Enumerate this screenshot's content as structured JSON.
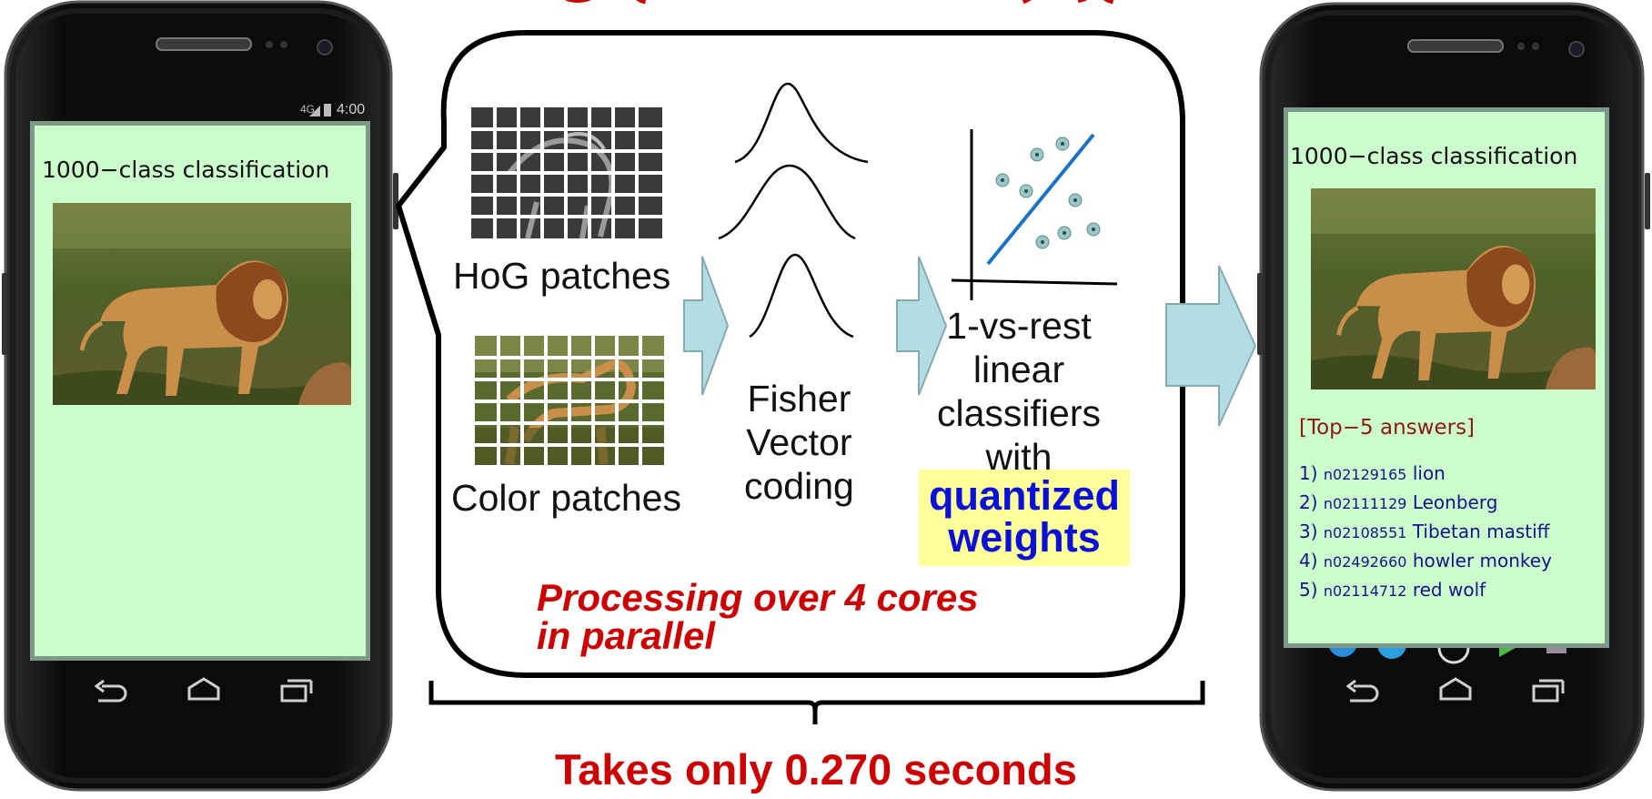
{
  "left_phone": {
    "status_time": "4:00",
    "screen_title": "1000−class classification",
    "image": "lion-photo"
  },
  "right_phone": {
    "screen_title": "1000−class classification",
    "image": "lion-photo",
    "answers_heading": "[Top−5 answers]",
    "answers": [
      {
        "rank": "1)",
        "id": "n02129165",
        "label": "lion"
      },
      {
        "rank": "2)",
        "id": "n02111129",
        "label": "Leonberg"
      },
      {
        "rank": "3)",
        "id": "n02108551",
        "label": "Tibetan mastiff"
      },
      {
        "rank": "4)",
        "id": "n02492660",
        "label": "howler monkey"
      },
      {
        "rank": "5)",
        "id": "n02114712",
        "label": "red wolf"
      }
    ]
  },
  "pipeline": {
    "hog_label": "HoG patches",
    "color_label": "Color patches",
    "fisher_label": [
      "Fisher",
      "Vector",
      "coding"
    ],
    "classifier_label": [
      "1-vs-rest",
      "linear",
      "classifiers",
      "with"
    ],
    "quantized_label": [
      "quantized",
      "weights"
    ],
    "parallel_label": [
      "Processing over 4 cores",
      "in parallel"
    ]
  },
  "footer": {
    "takes_label": "Takes only 0.270 seconds"
  },
  "colors": {
    "screen_bg": "#ccfccc",
    "arrow_fill": "#b3dde3",
    "red_text": "#cc0000",
    "blue_text": "#0a10d8",
    "highlight": "#ffff99",
    "scatter_line": "#1a73c8"
  }
}
